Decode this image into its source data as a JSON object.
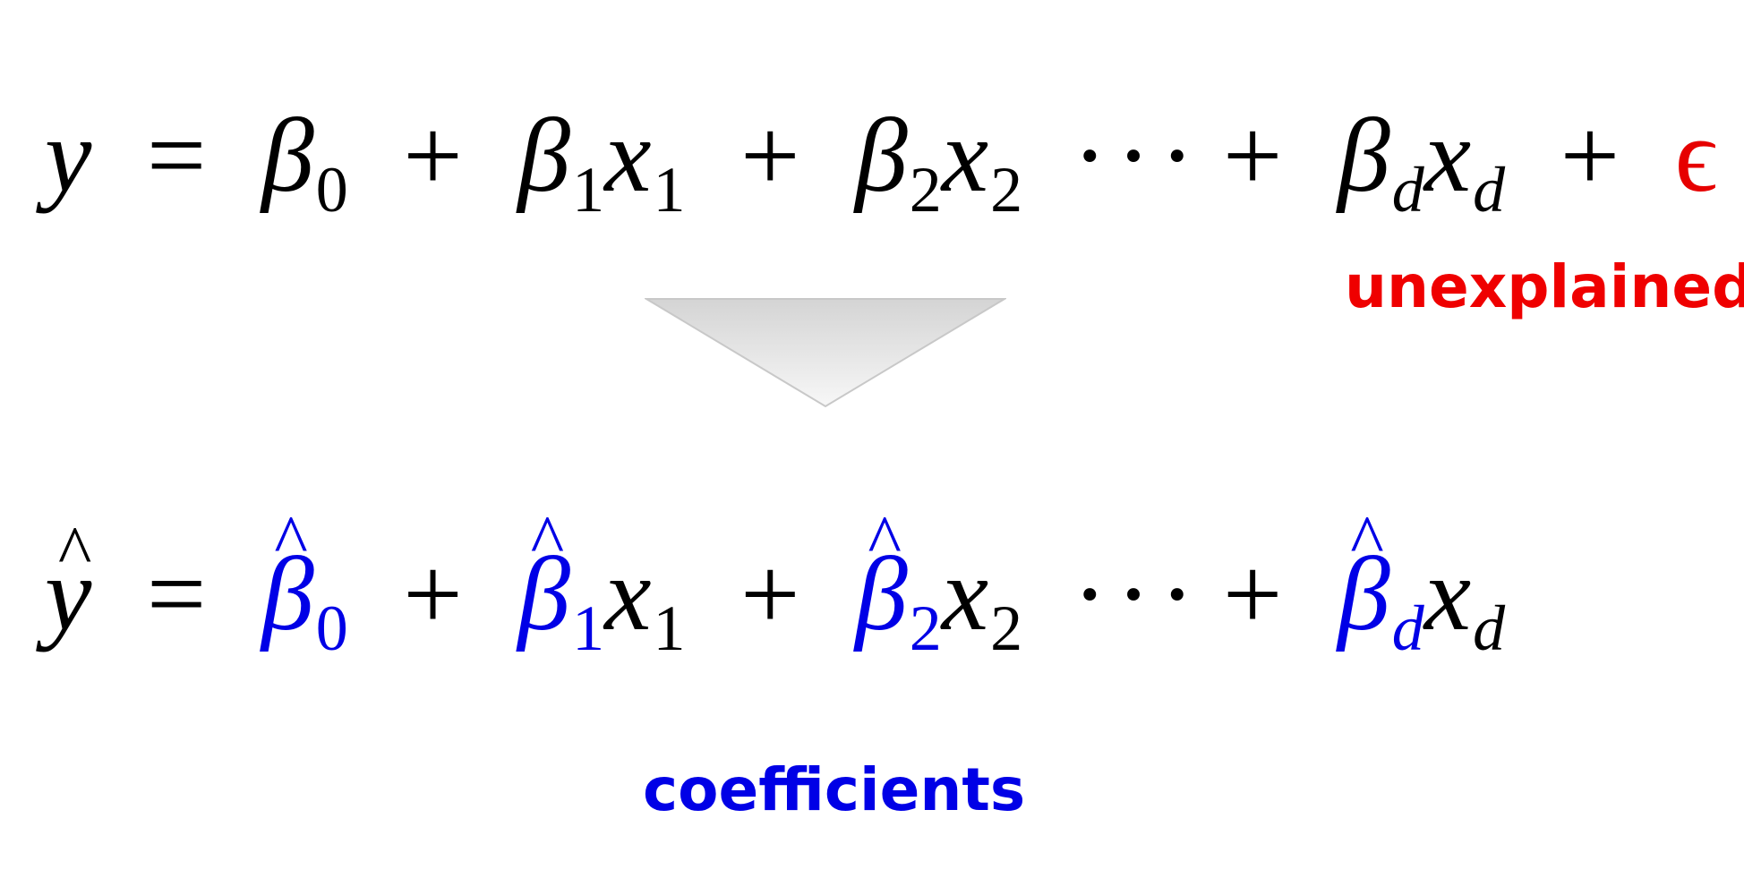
{
  "equation_true": {
    "lhs": "y",
    "equals": "=",
    "beta": "β",
    "x": "x",
    "plus": "+",
    "dots": "···",
    "sub_0": "0",
    "sub_1": "1",
    "sub_2": "2",
    "sub_d": "d",
    "error_term": "ϵ"
  },
  "equation_fitted": {
    "lhs": "y",
    "hat": "^",
    "equals": "=",
    "beta": "β",
    "x": "x",
    "plus": "+",
    "dots": "···",
    "sub_0": "0",
    "sub_1": "1",
    "sub_2": "2",
    "sub_d": "d"
  },
  "labels": {
    "unexplained": "unexplained",
    "coefficients": "coefficients"
  },
  "colors": {
    "error_highlight": "#e60000",
    "coefficient_highlight": "#0000e6",
    "arrow_fill_top": "#d4d4d4",
    "arrow_fill_bottom": "#f7f7f7"
  },
  "icons": {
    "transition_arrow": "down-triangle-arrow-icon"
  }
}
